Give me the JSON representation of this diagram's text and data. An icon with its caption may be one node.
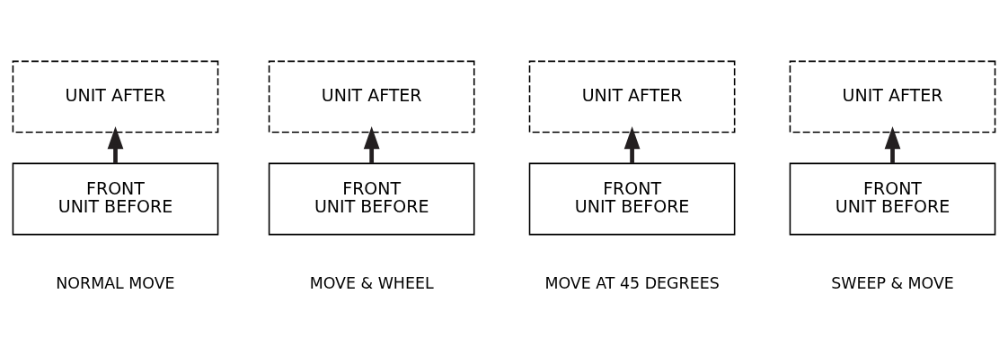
{
  "diagram": {
    "nodes": [
      {
        "text": [
          "UNIT AFTER"
        ]
      },
      {
        "text": [
          "UNIT AFTER"
        ]
      },
      {
        "text": [
          "UNIT AFTER"
        ]
      },
      {
        "text": [
          "UNIT AFTER"
        ]
      },
      {
        "text": [
          "FRONT",
          "UNIT BEFORE"
        ]
      },
      {
        "text": [
          "FRONT",
          "UNIT BEFORE"
        ]
      },
      {
        "text": [
          "FRONT",
          "UNIT BEFORE"
        ]
      },
      {
        "text": [
          "FRONT",
          "UNIT BEFORE"
        ]
      }
    ],
    "edges": [
      {
        "from": 4,
        "to": 0,
        "arrow": "to"
      },
      {
        "from": 5,
        "to": 1,
        "arrow": "to"
      },
      {
        "from": 6,
        "to": 2,
        "arrow": "to"
      },
      {
        "from": 7,
        "to": 3,
        "arrow": "to"
      }
    ],
    "labels": [
      "NORMAL MOVE",
      "MOVE & WHEEL",
      "MOVE AT 45 DEGREES",
      "SWEEP & MOVE"
    ]
  }
}
